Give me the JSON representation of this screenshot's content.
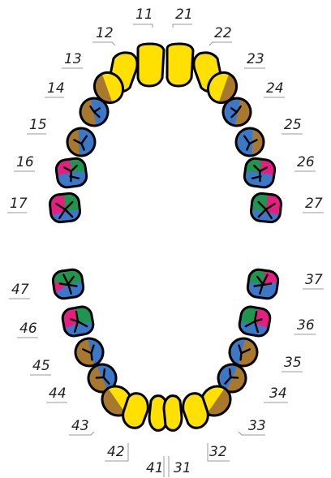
{
  "colors": {
    "yellow": "#FFE000",
    "brown": "#A8782E",
    "blue": "#3C78C8",
    "green": "#1E9650",
    "magenta": "#E61E82"
  },
  "teeth": {
    "t11": "11",
    "t12": "12",
    "t13": "13",
    "t14": "14",
    "t15": "15",
    "t16": "16",
    "t17": "17",
    "t21": "21",
    "t22": "22",
    "t23": "23",
    "t24": "24",
    "t25": "25",
    "t26": "26",
    "t27": "27",
    "t31": "31",
    "t32": "32",
    "t33": "33",
    "t34": "34",
    "t35": "35",
    "t36": "36",
    "t37": "37",
    "t41": "41",
    "t42": "42",
    "t43": "43",
    "t44": "44",
    "t45": "45",
    "t46": "46",
    "t47": "47"
  }
}
